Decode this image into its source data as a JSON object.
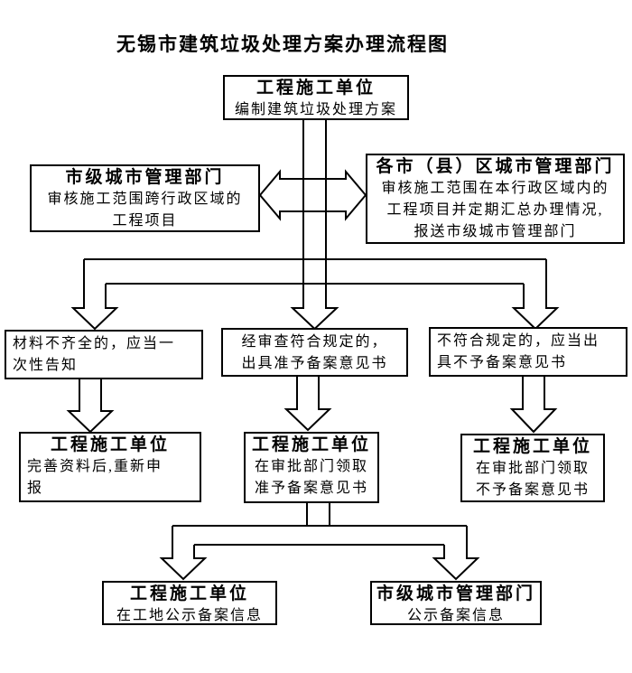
{
  "page": {
    "title": "无锡市建筑垃圾处理方案办理流程图",
    "ink": "#000000",
    "background": "#ffffff"
  },
  "boxes": {
    "plan": {
      "heading": "工程施工单位",
      "lines": [
        "编制建筑垃圾处理方案"
      ]
    },
    "city_dept": {
      "heading": "市级城市管理部门",
      "lines": [
        "审核施工范围跨行政区域的",
        "工程项目"
      ]
    },
    "district_dept": {
      "heading": "各市（县）区城市管理部门",
      "lines": [
        "审核施工范围在本行政区域内的",
        "工程项目并定期汇总办理情况,",
        "报送市级城市管理部门"
      ]
    },
    "cond_incomplete": {
      "lines": [
        "材料不齐全的，应当一",
        "次性告知"
      ]
    },
    "cond_approved": {
      "lines": [
        "经审查符合规定的，",
        "出具准予备案意见书"
      ]
    },
    "cond_rejected": {
      "lines": [
        "不符合规定的，应当出",
        "具不予备案意见书"
      ]
    },
    "act_resubmit": {
      "heading": "工程施工单位",
      "lines": [
        "完善资料后,重新申",
        "报"
      ]
    },
    "act_receive_approval": {
      "heading": "工程施工单位",
      "lines": [
        "在审批部门领取",
        "准予备案意见书"
      ]
    },
    "act_receive_rejection": {
      "heading": "工程施工单位",
      "lines": [
        "在审批部门领取",
        "不予备案意见书"
      ]
    },
    "publish_site": {
      "heading": "工程施工单位",
      "lines": [
        "在工地公示备案信息"
      ]
    },
    "publish_city": {
      "heading": "市级城市管理部门",
      "lines": [
        "公示备案信息"
      ]
    }
  }
}
